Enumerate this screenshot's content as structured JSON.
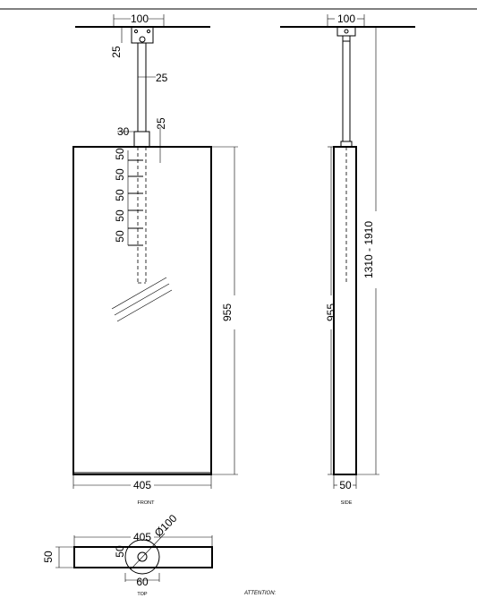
{
  "views": {
    "front": {
      "caption": "FRONT",
      "dim_bracket_width": "100",
      "dim_bracket_height": "25",
      "dim_rod": "25",
      "dim_clamp_width": "30",
      "dim_clamp_height": "25",
      "adjust_steps": [
        "50",
        "50",
        "50",
        "50",
        "50"
      ],
      "dim_mirror_height": "955",
      "dim_mirror_width": "405"
    },
    "side": {
      "caption": "SIDE",
      "dim_bracket_width": "100",
      "dim_total_height": "1310 - 1910",
      "dim_mirror_height": "955",
      "dim_depth": "50"
    },
    "top": {
      "caption": "TOP",
      "dim_width": "405",
      "dim_diameter": "Ø100",
      "dim_depth": "50",
      "dim_rod": "50",
      "dim_offset": "60"
    }
  },
  "footer": {
    "attention": "ATTENTION:"
  }
}
